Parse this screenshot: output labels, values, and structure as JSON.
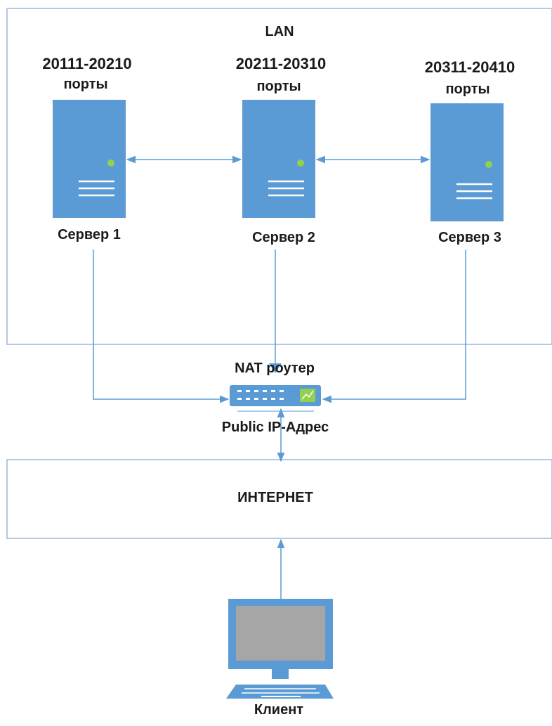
{
  "lan": {
    "label": "LAN"
  },
  "servers": [
    {
      "name": "Сервер 1",
      "ports": "20111-20210",
      "ports_unit": "порты"
    },
    {
      "name": "Сервер 2",
      "ports": "20211-20310",
      "ports_unit": "порты"
    },
    {
      "name": "Сервер 3",
      "ports": "20311-20410",
      "ports_unit": "порты"
    }
  ],
  "router": {
    "title": "NAT роутер",
    "address": "Public IP-Адрес"
  },
  "internet": {
    "label": "ИНТЕРНЕТ"
  },
  "client": {
    "label": "Клиент"
  },
  "colors": {
    "server_fill": "#5b9bd5",
    "line": "#5b9bd5",
    "box_border": "#b4c9e4",
    "led": "#92d050",
    "monitor_screen": "#a6a6a6"
  }
}
